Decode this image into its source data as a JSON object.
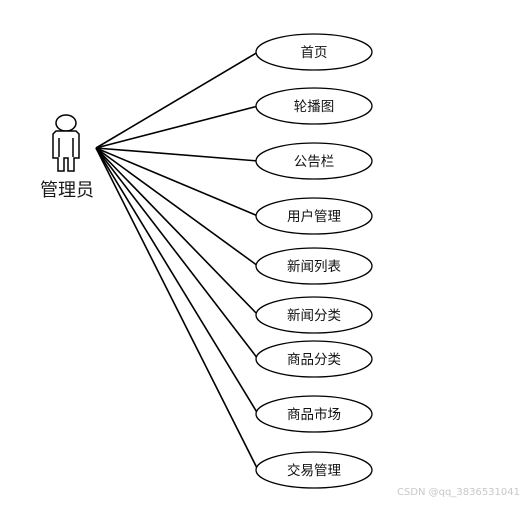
{
  "actor": {
    "label": "管理员"
  },
  "use_cases": [
    {
      "label": "首页"
    },
    {
      "label": "轮播图"
    },
    {
      "label": "公告栏"
    },
    {
      "label": "用户管理"
    },
    {
      "label": "新闻列表"
    },
    {
      "label": "新闻分类"
    },
    {
      "label": "商品分类"
    },
    {
      "label": "商品市场"
    },
    {
      "label": "交易管理"
    }
  ],
  "watermark": "CSDN @qq_3836531041",
  "colors": {
    "stroke": "#000000",
    "text": "#111111",
    "watermark": "#c8c8c8"
  }
}
